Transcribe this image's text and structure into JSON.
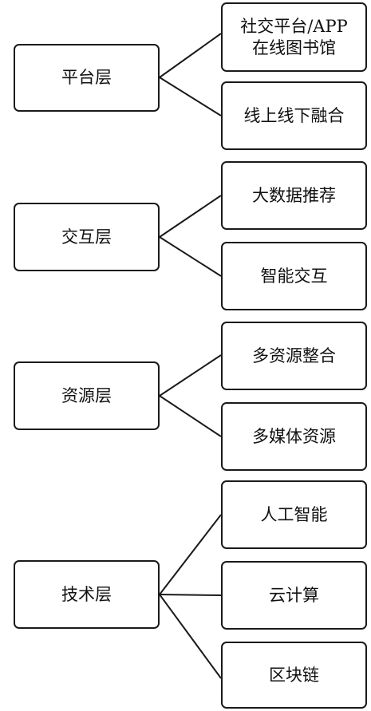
{
  "layers": [
    {
      "label": "平台层",
      "children": [
        {
          "lines": [
            "社交平台/APP",
            "在线图书馆"
          ]
        },
        {
          "lines": [
            "线上线下融合"
          ]
        }
      ]
    },
    {
      "label": "交互层",
      "children": [
        {
          "lines": [
            "大数据推荐"
          ]
        },
        {
          "lines": [
            "智能交互"
          ]
        }
      ]
    },
    {
      "label": "资源层",
      "children": [
        {
          "lines": [
            "多资源整合"
          ]
        },
        {
          "lines": [
            "多媒体资源"
          ]
        }
      ]
    },
    {
      "label": "技术层",
      "children": [
        {
          "lines": [
            "人工智能"
          ]
        },
        {
          "lines": [
            "云计算"
          ]
        },
        {
          "lines": [
            "区块链"
          ]
        }
      ]
    }
  ]
}
